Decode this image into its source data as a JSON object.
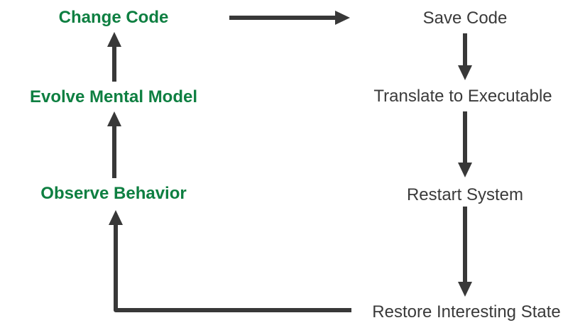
{
  "diagram": {
    "title": "edit-compile-run feedback loop",
    "left_column": {
      "items": [
        {
          "id": "change-code",
          "label": "Change Code"
        },
        {
          "id": "evolve-mental-model",
          "label": "Evolve Mental Model"
        },
        {
          "id": "observe-behavior",
          "label": "Observe Behavior"
        }
      ]
    },
    "right_column": {
      "items": [
        {
          "id": "save-code",
          "label": "Save Code"
        },
        {
          "id": "translate-to-executable",
          "label": "Translate to Executable"
        },
        {
          "id": "restart-system",
          "label": "Restart System"
        },
        {
          "id": "restore-interesting-state",
          "label": "Restore Interesting State"
        }
      ]
    },
    "arrows": [
      {
        "from": "Change Code",
        "to": "Save Code",
        "direction": "right"
      },
      {
        "from": "Save Code",
        "to": "Translate to Executable",
        "direction": "down"
      },
      {
        "from": "Translate to Executable",
        "to": "Restart System",
        "direction": "down"
      },
      {
        "from": "Restart System",
        "to": "Restore Interesting State",
        "direction": "down"
      },
      {
        "from": "Restore Interesting State",
        "to": "Observe Behavior",
        "direction": "left-then-up"
      },
      {
        "from": "Observe Behavior",
        "to": "Evolve Mental Model",
        "direction": "up"
      },
      {
        "from": "Evolve Mental Model",
        "to": "Change Code",
        "direction": "up"
      }
    ],
    "colors": {
      "left_text": "#0e7f41",
      "right_text": "#3a3a3a",
      "arrow": "#383838",
      "background": "#ffffff"
    }
  }
}
